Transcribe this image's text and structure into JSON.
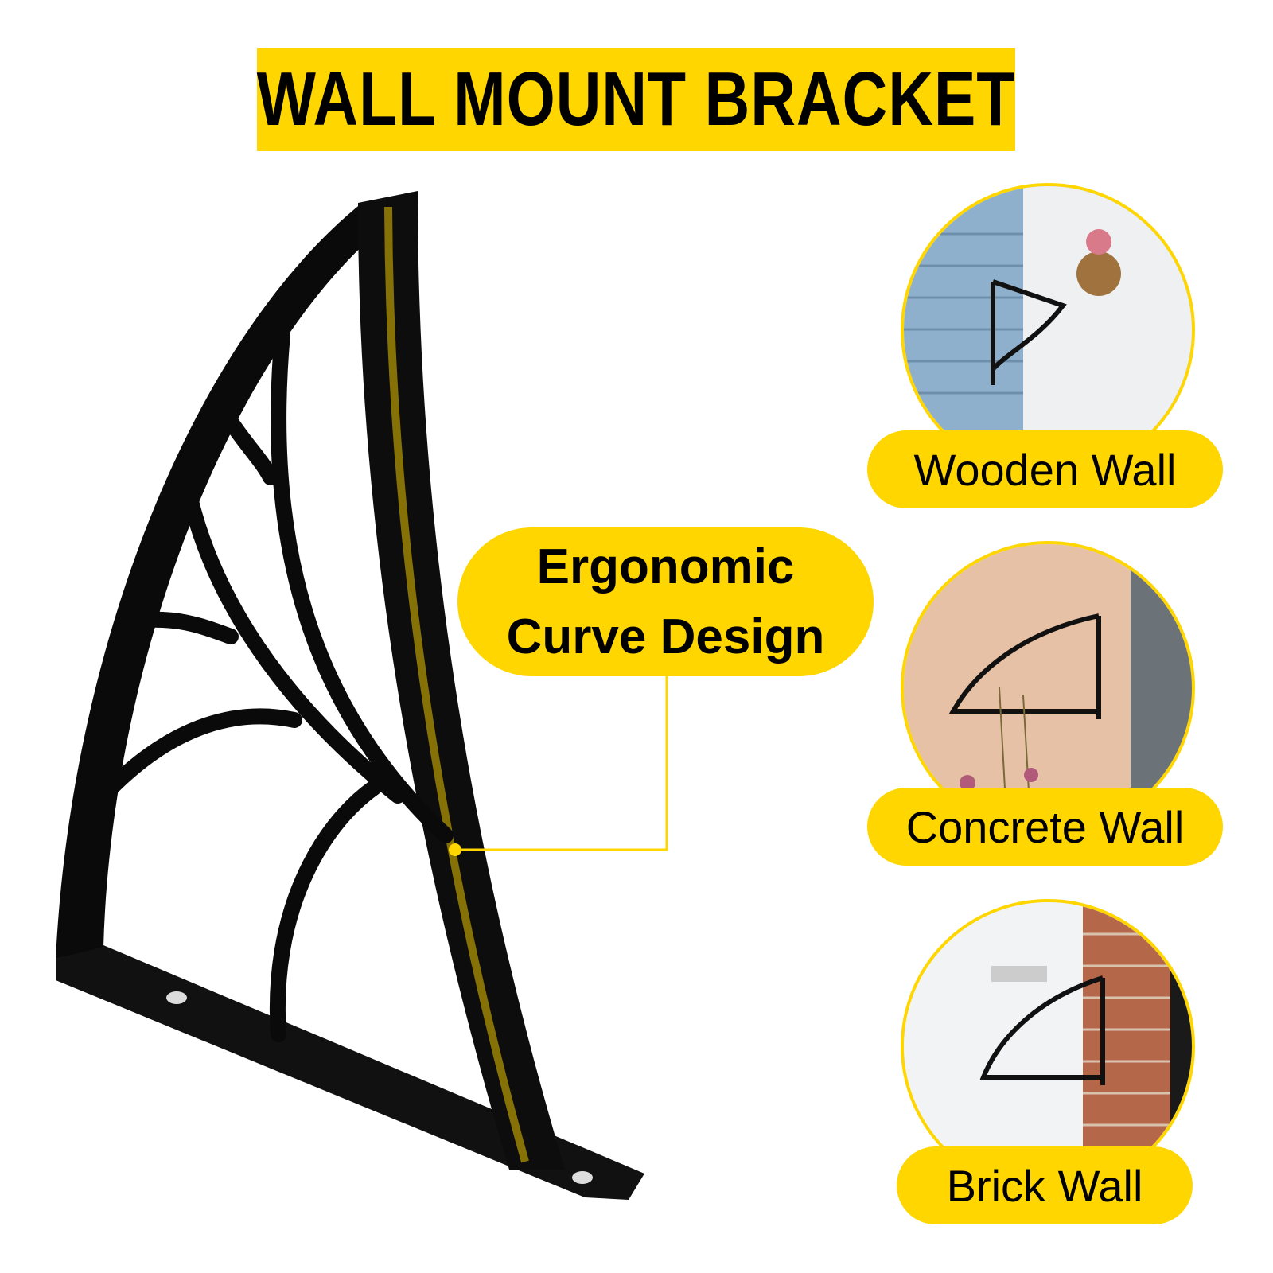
{
  "title": "WALL MOUNT BRACKET",
  "callout": {
    "line1": "Ergonomic",
    "line2": "Curve Design"
  },
  "walls": [
    {
      "label": "Wooden Wall"
    },
    {
      "label": "Concrete Wall"
    },
    {
      "label": "Brick Wall"
    }
  ],
  "colors": {
    "accent": "#FFD600",
    "bracket": "#0a0a0a"
  }
}
